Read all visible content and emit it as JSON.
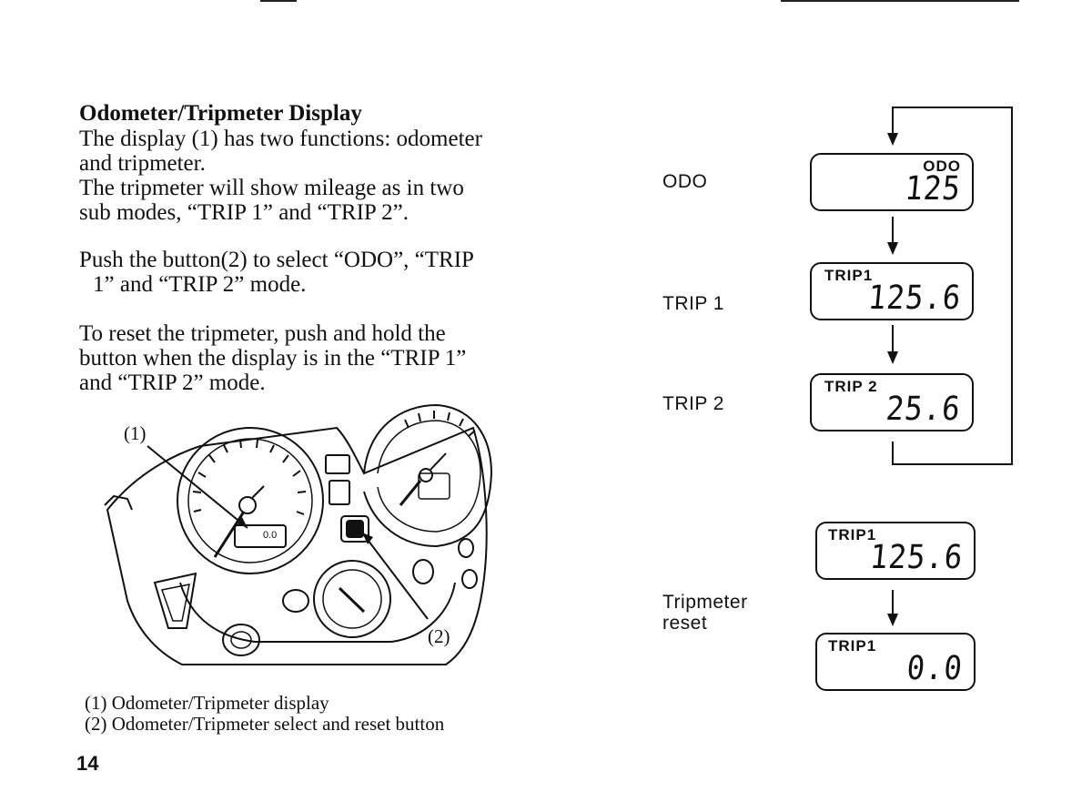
{
  "section": {
    "title": "Odometer/Tripmeter Display",
    "paragraph1": [
      "The display (1) has two functions: odometer",
      "and tripmeter.",
      "The tripmeter will show mileage as in two",
      "sub modes, “TRIP 1” and “TRIP 2”."
    ],
    "paragraph2": [
      "Push the button(2) to select “ODO”, “TRIP",
      "1” and “TRIP 2” mode."
    ],
    "paragraph3": [
      "To reset the tripmeter, push and hold the",
      "button when the display is in the “TRIP 1”",
      "and “TRIP 2” mode."
    ]
  },
  "illustration": {
    "callout1": "(1)",
    "callout2": "(2)",
    "display_reading": "0.0",
    "captions": [
      "(1)  Odometer/Tripmeter display",
      "(2)  Odometer/Tripmeter select and reset button"
    ]
  },
  "modes": {
    "odo": {
      "label": "ODO",
      "tag": "ODO",
      "value": "125"
    },
    "trip1": {
      "label": "TRIP 1",
      "tag": "TRIP1",
      "value": "125.6"
    },
    "trip2": {
      "label": "TRIP 2",
      "tag": "TRIP 2",
      "value": "25.6"
    }
  },
  "reset": {
    "label_line1": "Tripmeter",
    "label_line2": "reset",
    "before": {
      "tag": "TRIP1",
      "value": "125.6"
    },
    "after": {
      "tag": "TRIP1",
      "value": "0.0"
    }
  },
  "page_number": "14"
}
